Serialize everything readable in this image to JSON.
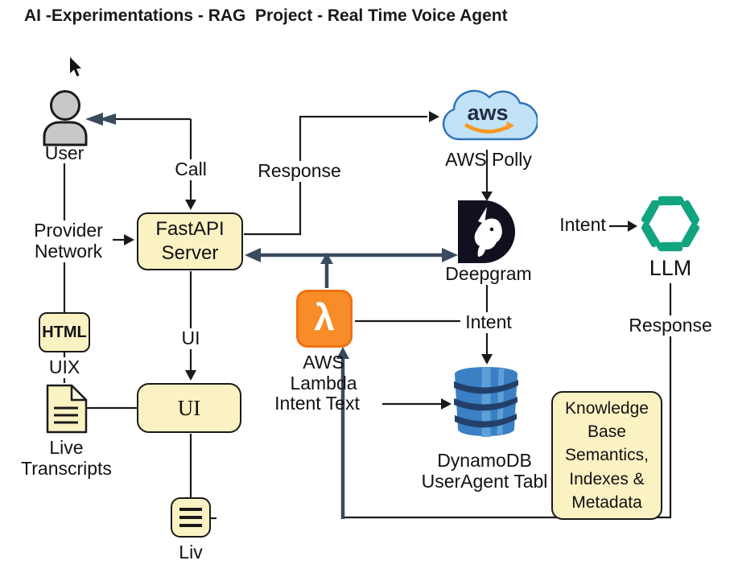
{
  "title": "AI -Experimentations - RAG  Project - Real Time Voice Agent",
  "palette": {
    "node_fill": "#fbf2c4",
    "outline": "#1a1a1a",
    "slate_arrow": "#3a4a5f",
    "lambda_orange": "#f78c28",
    "polly_cloud_fill": "#c2e2f8",
    "polly_cloud_border": "#2f74b8",
    "aws_smile_orange": "#f7981d",
    "deepgram_dark": "#10101f",
    "dynamodb_blue": "#3b7fc4",
    "dynamodb_band": "#22406b",
    "openai_green": "#12a37f",
    "user_gray": "#c8c8c8"
  },
  "nodes": {
    "user": {
      "label": "User"
    },
    "fastapi": {
      "label": "FastAPI\nServer"
    },
    "html": {
      "label": "HTML"
    },
    "ui": {
      "label": "UI"
    },
    "liv": {
      "label": "Liv"
    },
    "live_transcripts": {
      "label": "Live\nTranscripts"
    },
    "aws_polly": {
      "label": "AWS Polly",
      "logo_text": "aws"
    },
    "deepgram": {
      "label": "Deepgram"
    },
    "aws_lambda": {
      "label": "AWS Lambda",
      "glyph": "λ"
    },
    "dynamodb": {
      "label": "DynamoDB\nUserAgent Tabl"
    },
    "llm": {
      "label": "LLM"
    },
    "knowledge_base": {
      "label": "Knowledge\nBase\nSemantics,\nIndexes &\nMetadata"
    }
  },
  "edge_labels": {
    "call": "Call",
    "response_top": "Response",
    "provider_network": "Provider\nNetwork",
    "uix": "UIX",
    "ui": "UI",
    "intent_mid": "Intent",
    "intent_text": "Intent Text",
    "intent_llm": "Intent",
    "response_right": "Response"
  }
}
